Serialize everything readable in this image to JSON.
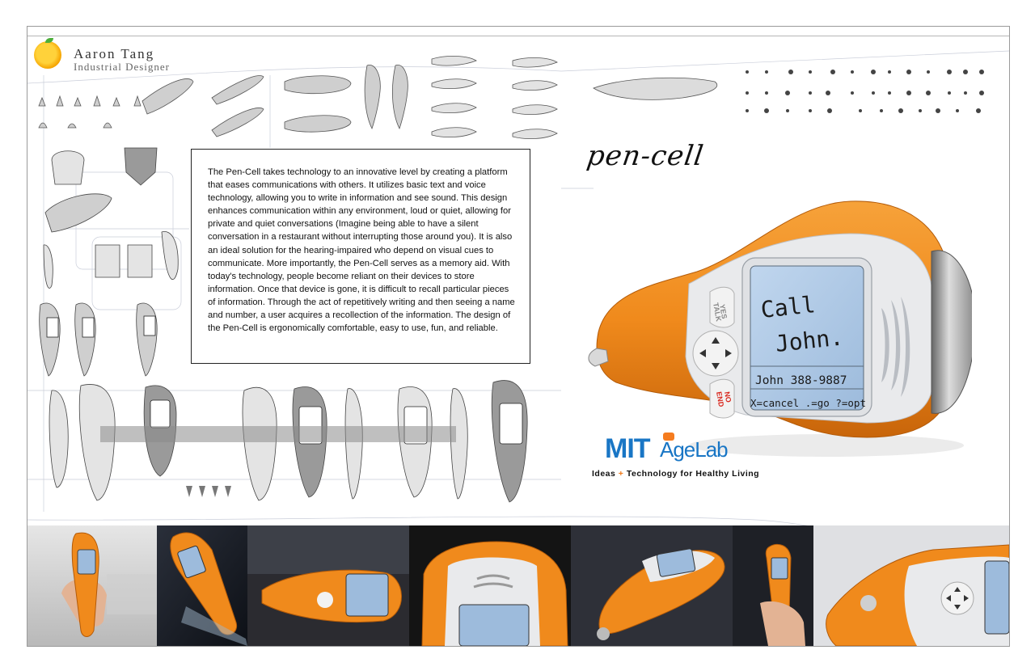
{
  "designer": {
    "name": "Aaron Tang",
    "role": "Industrial Designer"
  },
  "product": {
    "title": "pen-cell",
    "description": "The Pen-Cell takes technology to an innovative level by creating a platform that eases communications with others. It utilizes basic text and voice technology, allowing you to write in information and see sound. This design enhances communication within any environment, loud or quiet, allowing for private and quiet conversations (Imagine being able to have a silent conversation in a restaurant without interrupting those around you). It is also an ideal solution for the hearing-impaired who depend on visual cues to communicate. More importantly, the Pen-Cell serves as a memory aid. With today's technology, people become reliant on their devices to store information. Once that device is gone, it is difficult to recall particular pieces of information. Through the act of repetitively writing and then seeing a name and number, a user acquires a recollection of the information. The design of the Pen-Cell is ergonomically comfortable, easy to use, fun, and reliable."
  },
  "device_screen": {
    "handwriting_line1": "Call",
    "handwriting_line2": "John.",
    "contact": "John 388-9887",
    "softkeys": "X=cancel .=go ?=opt"
  },
  "device_buttons": {
    "yes": "YES",
    "talk": "TALK",
    "no": "NO",
    "end": "END"
  },
  "sponsor": {
    "mit": "MIT",
    "agelab": "AgeLab",
    "tagline_before": "Ideas",
    "tagline_plus": "+",
    "tagline_after": "Technology for Healthy Living"
  },
  "colors": {
    "device_orange": "#f08a1c",
    "device_white": "#e9eaec",
    "screen_blue": "#a9c7e6",
    "mit_blue": "#1976c5",
    "accent_orange": "#f57c1f"
  }
}
